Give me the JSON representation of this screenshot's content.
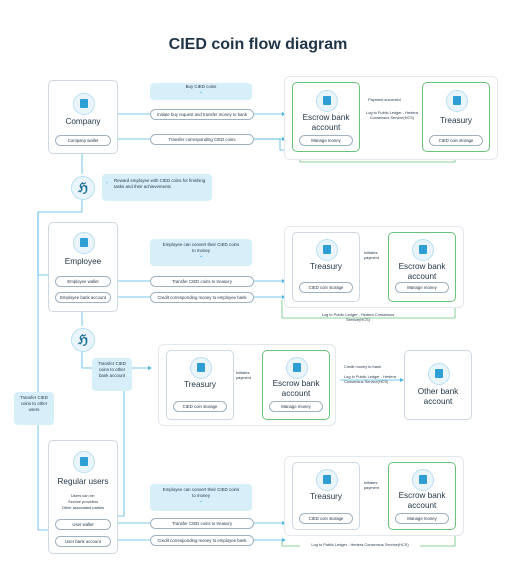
{
  "title": "CIED coin flow diagram",
  "colors": {
    "accent": "#2e9fd4",
    "banner": "#d7eff9",
    "green": "#69c47a",
    "line": "#4db7e3"
  },
  "section1": {
    "company": {
      "title": "Company",
      "wallet": "Company wallet"
    },
    "buy_banner": "Buy CIED coins",
    "initiate_pill": "Initiate buy request and transfer money to bank",
    "transfer_pill": "Transfer corresponding CIED coins",
    "escrow": {
      "title": "Escrow bank account",
      "pill": "Manage money"
    },
    "payment_success": "Payment succesful",
    "log_note": "Log to Public Ledger - Hedera Consensus Service(HCS)",
    "treasury": {
      "title": "Treasury",
      "pill": "CIED coin storage"
    }
  },
  "reward_banner": "Reward employee with CIED coins for finishing tasks and their achievements",
  "section2": {
    "employee": {
      "title": "Employee",
      "wallet": "Employee wallet",
      "bank": "Employee bank account"
    },
    "convert_banner": "Employee can convert their CIED coins to money",
    "transfer_pill": "Transfer CIED coins to treasury",
    "credit_pill": "Credit corresponding money to employee bank",
    "treasury": {
      "title": "Treasury",
      "pill": "CIED coin storage"
    },
    "initiates": "Initiates payment",
    "escrow": {
      "title": "Escrow bank account",
      "pill": "Manage money"
    },
    "log_note": "Log to Public Ledger - Hedera Consensus Service(HCS)"
  },
  "section3": {
    "transfer_banner": "Transfer CIED coins to other bank account",
    "treasury": {
      "title": "Treasury",
      "pill": "CIED coin storage"
    },
    "initiates": "Initiates payment",
    "escrow": {
      "title": "Escrow bank account",
      "pill": "Manage money"
    },
    "credit_money": "Credit money to bank",
    "log_note": "Log to Public Ledger - Hedera Consensus Service(HCS)",
    "other_bank": {
      "title": "Other bank account"
    }
  },
  "transfer_users_banner": "Transfer CIED coins to other users",
  "section4": {
    "regular": {
      "title": "Regular users",
      "sub1": "Users can be:",
      "sub2": "Service providers",
      "sub3": "Other associated parties",
      "wallet": "User wallet",
      "bank": "User bank account"
    },
    "convert_banner": "Employee can convert their CIED coins to money",
    "transfer_pill": "Transfer CIED coins to treasury",
    "credit_pill": "Credit corresponding money to employee bank",
    "treasury": {
      "title": "Treasury",
      "pill": "CIED coin storage"
    },
    "initiates": "Initiates payment",
    "escrow": {
      "title": "Escrow bank account",
      "pill": "Manage money"
    },
    "log_note": "Log to Public Ledger - Hedera Consensus Service(HCS)"
  }
}
